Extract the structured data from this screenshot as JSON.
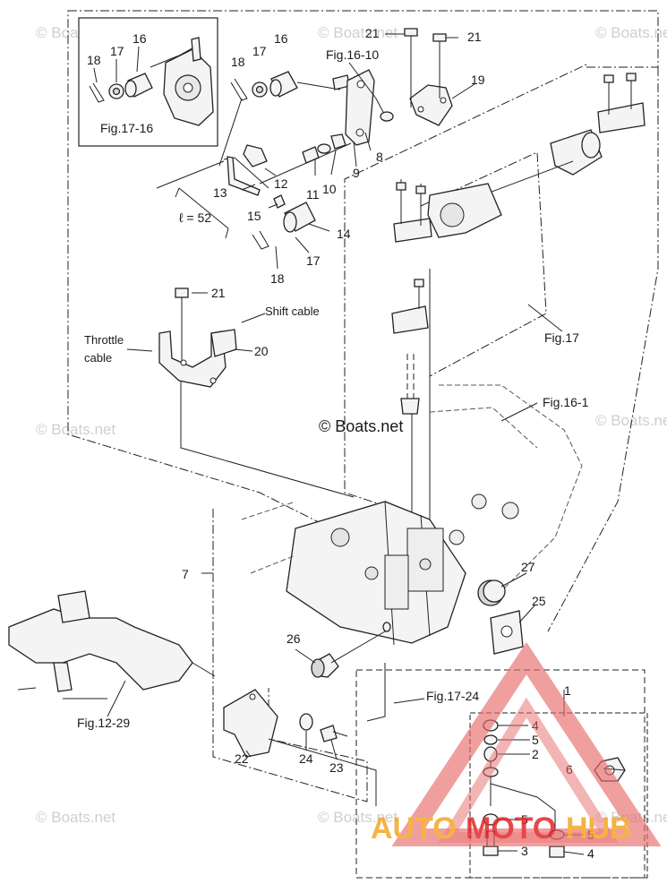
{
  "watermarks": [
    "© Boats.net",
    "© Boats.net",
    "© Boats.net",
    "© Boats.net",
    "© Boats.net",
    "© Boats.net",
    "© Boats.net",
    "© Boats.net"
  ],
  "copyright": "© Boats.net",
  "logo": {
    "word1": "AUTO",
    "word2": "MOTO",
    "word3": "HUB",
    "color_orange": "#f5a623",
    "color_red": "#e2282b",
    "color_triangle": "#e86a6a"
  },
  "fig_refs": {
    "inset": "Fig.17-16",
    "f16_10": "Fig.16-10",
    "f17": "Fig.17",
    "f16_1": "Fig.16-1",
    "f12_29": "Fig.12-29",
    "f17_24": "Fig.17-24"
  },
  "text_labels": {
    "throttle_1": "Throttle",
    "throttle_2": "cable",
    "shift": "Shift cable",
    "length": "ℓ = 52"
  },
  "parts": {
    "p1": "1",
    "p2": "2",
    "p3": "3",
    "p4a": "4",
    "p4b": "4",
    "p5a": "5",
    "p5b": "5",
    "p5c": "5",
    "p6": "6",
    "p7": "7",
    "p8": "8",
    "p9": "9",
    "p10": "10",
    "p11": "11",
    "p12": "12",
    "p13": "13",
    "p14": "14",
    "p15": "15",
    "p16a": "16",
    "p16b": "16",
    "p17a": "17",
    "p17b": "17",
    "p17c": "17",
    "p18a": "18",
    "p18b": "18",
    "p18c": "18",
    "p19": "19",
    "p20": "20",
    "p21a": "21",
    "p21b": "21",
    "p21c": "21",
    "p22": "22",
    "p23": "23",
    "p24": "24",
    "p25": "25",
    "p26": "26",
    "p27": "27"
  }
}
